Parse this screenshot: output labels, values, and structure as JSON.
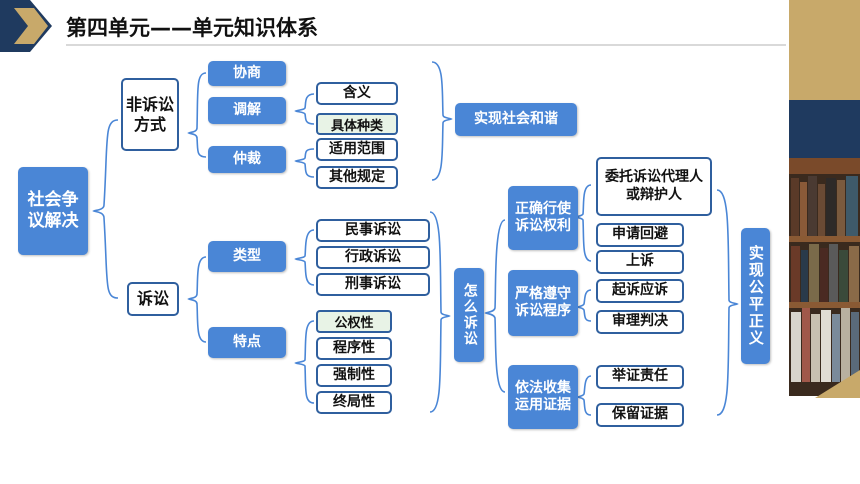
{
  "header": {
    "title": "第四单元——单元知识体系"
  },
  "root": "社会争议解决",
  "branches": {
    "non_litigation": {
      "label": "非诉讼方式",
      "methods": [
        "协商",
        "调解",
        "仲裁"
      ],
      "mediation_details": [
        "含义",
        "具体种类"
      ],
      "arbitration_details": [
        "适用范围",
        "其他规定"
      ],
      "goal": "实现社会和谐"
    },
    "litigation": {
      "label": "诉讼",
      "type_label": "类型",
      "types": [
        "民事诉讼",
        "行政诉讼",
        "刑事诉讼"
      ],
      "feature_label": "特点",
      "features": [
        "公权性",
        "程序性",
        "强制性",
        "终局性"
      ],
      "how_label": "怎么诉讼",
      "how": [
        {
          "label": "正确行使诉讼权利",
          "items": [
            "委托诉讼代理人或辩护人",
            "申请回避",
            "上诉"
          ]
        },
        {
          "label": "严格遵守诉讼程序",
          "items": [
            "起诉应诉",
            "审理判决"
          ]
        },
        {
          "label": "依法收集运用证据",
          "items": [
            "举证责任",
            "保留证据"
          ]
        }
      ],
      "goal": "实现公平正义"
    }
  },
  "colors": {
    "accent_blue": "#4a86d6",
    "border_blue": "#2f5f9e",
    "header_navy": "#1f3a5f",
    "gold": "#c8a96a"
  }
}
